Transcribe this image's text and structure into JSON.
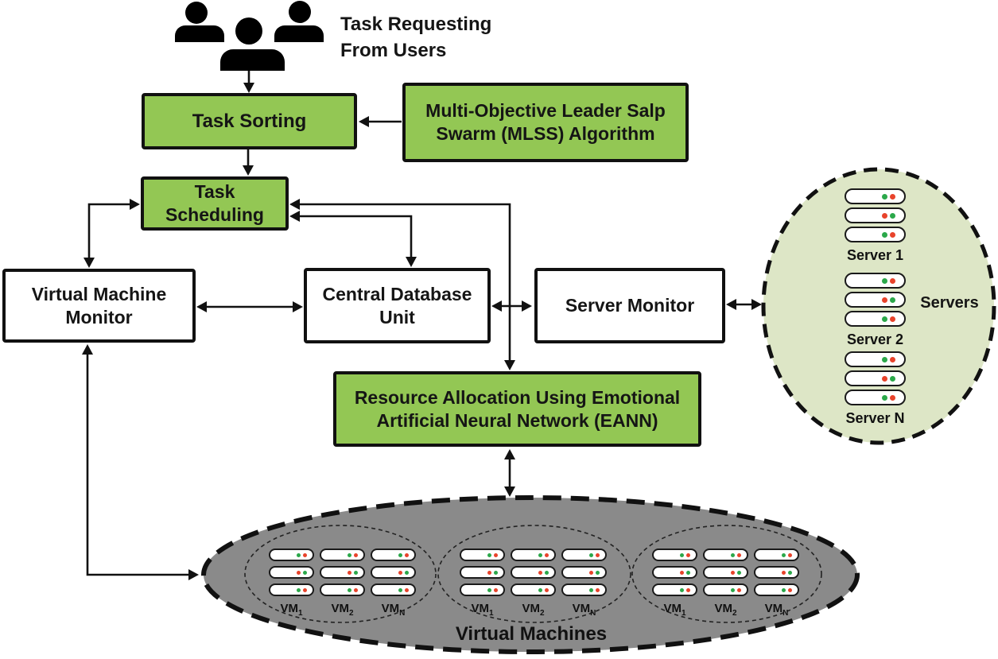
{
  "users": {
    "caption": "Task Requesting\nFrom Users"
  },
  "nodes": {
    "task_sorting": {
      "label": "Task Sorting"
    },
    "mlss": {
      "label": "Multi-Objective Leader Salp\nSwarm (MLSS) Algorithm"
    },
    "task_scheduling": {
      "label": "Task Scheduling"
    },
    "vm_monitor": {
      "label": "Virtual Machine\nMonitor"
    },
    "central_db": {
      "label": "Central Database\nUnit"
    },
    "server_monitor": {
      "label": "Server Monitor"
    },
    "eann": {
      "label": "Resource Allocation Using Emotional\nArtificial Neural Network (EANN)"
    }
  },
  "servers": {
    "cluster_label": "Servers",
    "group_labels": [
      "Server 1",
      "Server 2",
      "Server N"
    ],
    "led_pattern": [
      [
        "green",
        "red"
      ],
      [
        "red",
        "green"
      ],
      [
        "green",
        "red"
      ]
    ]
  },
  "vms": {
    "cluster_label": "Virtual Machines",
    "columns": [
      {
        "base": "VM",
        "sub": "1"
      },
      {
        "base": "VM",
        "sub": "2"
      },
      {
        "base": "VM",
        "sub": "N"
      }
    ],
    "led_pattern": [
      [
        "green",
        "red"
      ],
      [
        "red",
        "green"
      ],
      [
        "green",
        "red"
      ]
    ]
  },
  "edges": [
    {
      "from": "users",
      "to": "task_sorting",
      "type": "one-way"
    },
    {
      "from": "mlss",
      "to": "task_sorting",
      "type": "one-way"
    },
    {
      "from": "task_sorting",
      "to": "task_scheduling",
      "type": "one-way"
    },
    {
      "from": "task_scheduling",
      "to": "vm_monitor",
      "type": "two-way"
    },
    {
      "from": "task_scheduling",
      "to": "central_db",
      "type": "two-way"
    },
    {
      "from": "task_scheduling",
      "to": "eann",
      "type": "two-way"
    },
    {
      "from": "vm_monitor",
      "to": "central_db",
      "type": "two-way"
    },
    {
      "from": "central_db",
      "to": "server_monitor",
      "type": "two-way"
    },
    {
      "from": "server_monitor",
      "to": "servers",
      "type": "two-way"
    },
    {
      "from": "eann",
      "to": "virtual_machines",
      "type": "two-way"
    },
    {
      "from": "vm_monitor",
      "to": "virtual_machines",
      "type": "two-way"
    }
  ],
  "colors": {
    "node_green": "#93c754",
    "servers_cluster_fill": "#dde6c6",
    "vm_cluster_fill": "#8a8a8a",
    "led_green": "#2ba84a",
    "led_red": "#e8432b",
    "line": "#111111"
  }
}
